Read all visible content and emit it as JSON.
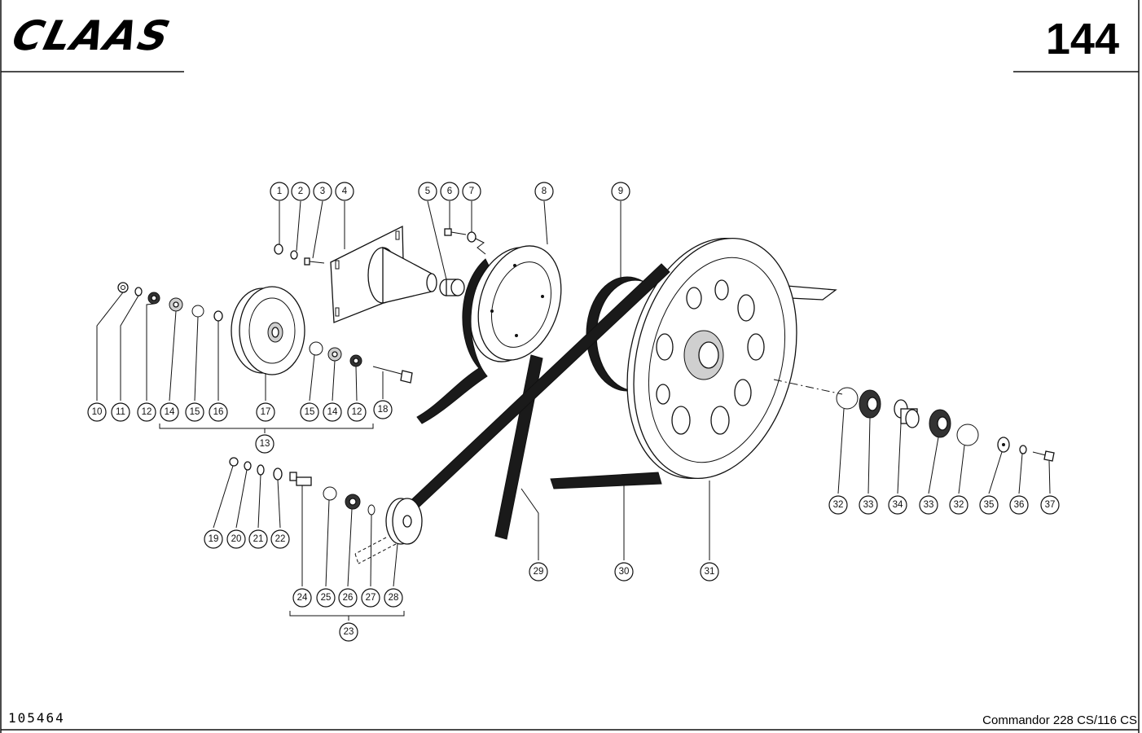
{
  "header": {
    "brand_logo": "CLAAS",
    "page_number": "144"
  },
  "footer": {
    "drawing_id": "105464",
    "model": "Commandor  228 CS/116 CS"
  },
  "callouts": [
    "1",
    "2",
    "3",
    "4",
    "5",
    "6",
    "7",
    "8",
    "9",
    "10",
    "11",
    "12",
    "14",
    "15",
    "16",
    "17",
    "15",
    "14",
    "12",
    "18",
    "13",
    "19",
    "20",
    "21",
    "22",
    "24",
    "25",
    "26",
    "27",
    "28",
    "23",
    "29",
    "30",
    "31",
    "32",
    "33",
    "34",
    "33",
    "32",
    "35",
    "36",
    "37"
  ]
}
